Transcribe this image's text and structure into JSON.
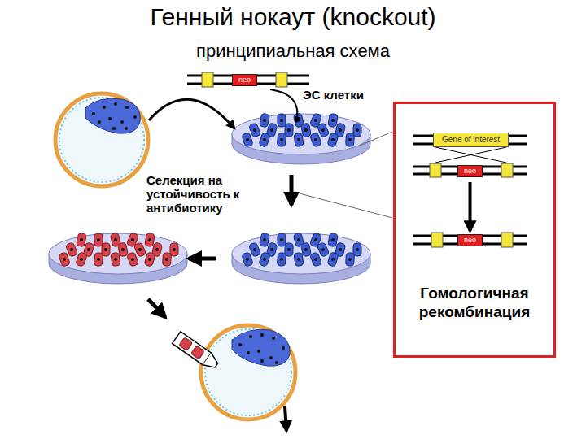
{
  "diagram": {
    "title": "Генный нокаут (knockout)",
    "nodes": [
      {
        "text": [
          "neo"
        ]
      },
      {
        "text": [
          "Гомологичная рекомбинация"
        ]
      },
      {
        "text": [
          "Gene of interest"
        ],
        "in": 1
      },
      {
        "text": [
          "neo"
        ],
        "in": 1
      },
      {
        "text": [
          "neo"
        ],
        "in": 1
      }
    ],
    "edges": [
      {
        "from": 3,
        "to": 4,
        "arrow": "to"
      }
    ],
    "labels": [
      "принципиальная схема",
      "ЭС клетки",
      "Селекция на устойчивость к антибиотику"
    ]
  }
}
